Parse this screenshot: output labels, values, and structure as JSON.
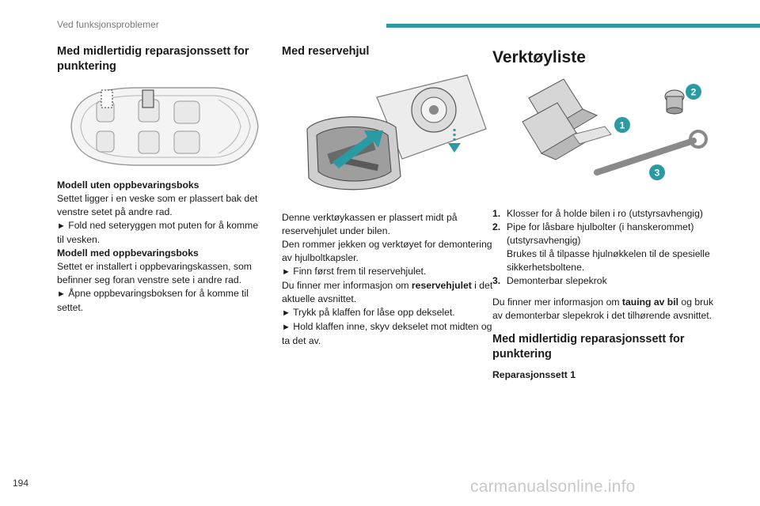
{
  "header": {
    "title": "Ved funksjonsproblemer"
  },
  "page_number": "194",
  "watermark": "carmanualsonline.info",
  "col1": {
    "heading": "Med midlertidig reparasjonssett for punktering",
    "sub1": "Modell uten oppbevaringsboks",
    "p1": "Settet ligger i en veske som er plassert bak det venstre setet på andre rad.",
    "p2": "Fold ned seteryggen mot puten for å komme til vesken.",
    "sub2": "Modell med oppbevaringsboks",
    "p3": "Settet er installert i oppbevaringskassen, som befinner seg foran venstre sete i andre rad.",
    "p4": "Åpne oppbevaringsboksen for å komme til settet.",
    "arrow": "►"
  },
  "col2": {
    "heading": "Med reservehjul",
    "p1": "Denne verktøykassen er plassert midt på reservehjulet under bilen.",
    "p2": "Den rommer jekken og verktøyet for demontering av hjulboltkapsler.",
    "p3": "Finn først frem til reservehjulet.",
    "p4a": "Du finner mer informasjon om ",
    "p4b": "reservehjulet",
    "p4c": " i det aktuelle avsnittet.",
    "p5": "Trykk på klaffen for låse opp dekselet.",
    "p6": "Hold klaffen inne, skyv dekselet mot midten og ta det av.",
    "arrow": "►"
  },
  "col3": {
    "heading": "Verktøyliste",
    "badges": [
      "1",
      "2",
      "3"
    ],
    "list": [
      {
        "num": "1.",
        "text": "Klosser for å holde bilen i ro (utstyrsavhengig)"
      },
      {
        "num": "2.",
        "text": "Pipe for låsbare hjulbolter (i hanskerommet) (utstyrsavhengig)",
        "extra": "Brukes til å tilpasse hjulnøkkelen til de spesielle sikkerhetsboltene."
      },
      {
        "num": "3.",
        "text": "Demonterbar slepekrok"
      }
    ],
    "p1a": "Du finner mer informasjon om ",
    "p1b": "tauing av bil",
    "p1c": " og bruk av demonterbar slepekrok i det tilhørende avsnittet.",
    "heading2": "Med midlertidig reparasjonssett for punktering",
    "sub": "Reparasjonssett 1"
  },
  "colors": {
    "accent": "#2a9ba3",
    "badge": "#2a9ba3"
  }
}
